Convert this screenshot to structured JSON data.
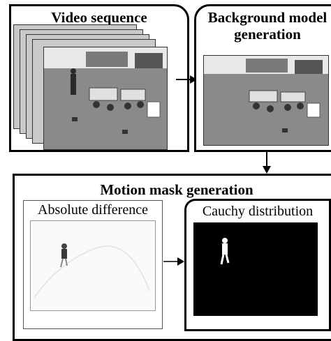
{
  "blocks": {
    "video_sequence": {
      "title": "Video sequence"
    },
    "background_model": {
      "title_line1": "Background model",
      "title_line2": "generation"
    },
    "motion_mask": {
      "title": "Motion mask generation",
      "absolute_difference": {
        "title": "Absolute difference"
      },
      "cauchy_distribution": {
        "title": "Cauchy distribution"
      }
    }
  },
  "colors": {
    "line": "#000000",
    "mask_background": "#000000",
    "mask_foreground": "#ffffff"
  },
  "images": {
    "video_frames": "office-room-frame",
    "background_frame": "office-room-empty",
    "difference_image": "absolute-difference-image",
    "mask_image": "binary-motion-mask"
  }
}
